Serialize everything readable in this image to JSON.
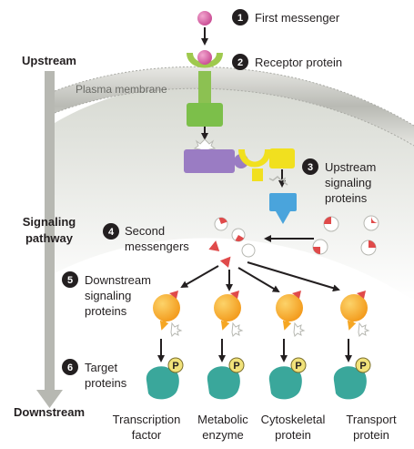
{
  "side_labels": {
    "upstream": "Upstream",
    "signaling_pathway_line1": "Signaling",
    "signaling_pathway_line2": "pathway",
    "downstream": "Downstream"
  },
  "membrane_label": "Plasma membrane",
  "steps": [
    {
      "number": "1",
      "lines": [
        "First messenger"
      ]
    },
    {
      "number": "2",
      "lines": [
        "Receptor protein"
      ]
    },
    {
      "number": "3",
      "lines": [
        "Upstream",
        "signaling",
        "proteins"
      ]
    },
    {
      "number": "4",
      "lines": [
        "Second",
        "messengers"
      ]
    },
    {
      "number": "5",
      "lines": [
        "Downstream",
        "signaling",
        "proteins"
      ]
    },
    {
      "number": "6",
      "lines": [
        "Target",
        "proteins"
      ]
    }
  ],
  "phosphate_label": "P",
  "targets": [
    {
      "lines": [
        "Transcription",
        "factor"
      ]
    },
    {
      "lines": [
        "Metabolic",
        "enzyme"
      ]
    },
    {
      "lines": [
        "Cytoskeletal",
        "protein"
      ]
    },
    {
      "lines": [
        "Transport",
        "protein"
      ]
    }
  ],
  "colors": {
    "messenger": "#d35aa0",
    "receptor_top": "#9fc94e",
    "receptor_body": "#7cbf4a",
    "upstream_purple": "#9a7cc3",
    "upstream_yellow": "#f1e01f",
    "blue_protein": "#4aa4dc",
    "signaling_orange": "#f5a623",
    "target_teal": "#3aa79b",
    "phosphate": "#f1e27a",
    "arrow_gray": "#b7b8b2",
    "red_wedge": "#e04a4a"
  }
}
